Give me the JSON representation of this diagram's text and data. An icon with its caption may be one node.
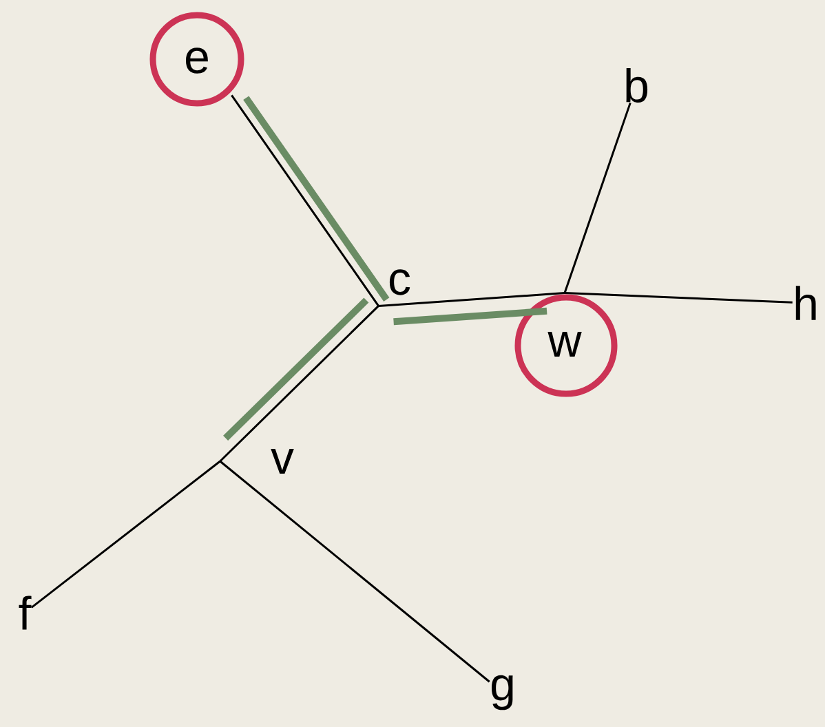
{
  "diagram": {
    "nodes": [
      {
        "text": [],
        "shape": "circle"
      },
      {
        "text": [
          "e"
        ],
        "in": 0
      },
      {
        "text": [
          "b"
        ]
      },
      {
        "text": [
          "c"
        ]
      },
      {
        "text": [],
        "shape": "circle"
      },
      {
        "text": [
          "w"
        ],
        "in": 4
      },
      {
        "text": [
          "h"
        ]
      },
      {
        "text": [
          "v"
        ]
      },
      {
        "text": [
          "f"
        ]
      },
      {
        "text": [
          "g"
        ]
      }
    ],
    "edges": [
      {
        "from": 1,
        "to": 3,
        "arrow": "none"
      },
      {
        "from": 3,
        "to": 5,
        "arrow": "none"
      },
      {
        "from": 5,
        "to": 2,
        "arrow": "none"
      },
      {
        "from": 5,
        "to": 6,
        "arrow": "none"
      },
      {
        "from": 3,
        "to": 7,
        "arrow": "none"
      },
      {
        "from": 7,
        "to": 8,
        "arrow": "none"
      },
      {
        "from": 7,
        "to": 9,
        "arrow": "none"
      }
    ]
  }
}
